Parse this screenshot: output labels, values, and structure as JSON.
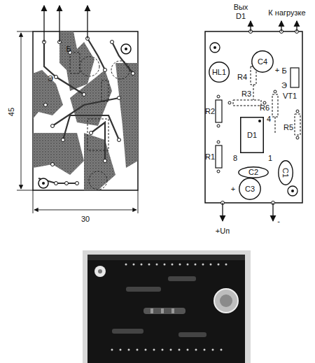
{
  "diagram": {
    "nodes": [
      {
        "text": [
          "HL1"
        ]
      },
      {
        "text": [
          "C4"
        ]
      },
      {
        "text": [
          "D1"
        ]
      },
      {
        "text": [
          "C2"
        ]
      },
      {
        "text": [
          "C1"
        ]
      },
      {
        "text": [
          "C3"
        ]
      }
    ],
    "labels": [
      "45",
      "30",
      "Б",
      "Э",
      "Вых",
      "D1",
      "К нагрузке",
      "+",
      "R4",
      "Б",
      "Э",
      "VT1",
      "R3",
      "R6",
      "R2",
      "4",
      "8",
      "1",
      "R5",
      "R1",
      "+",
      "+Uп",
      "-"
    ]
  }
}
